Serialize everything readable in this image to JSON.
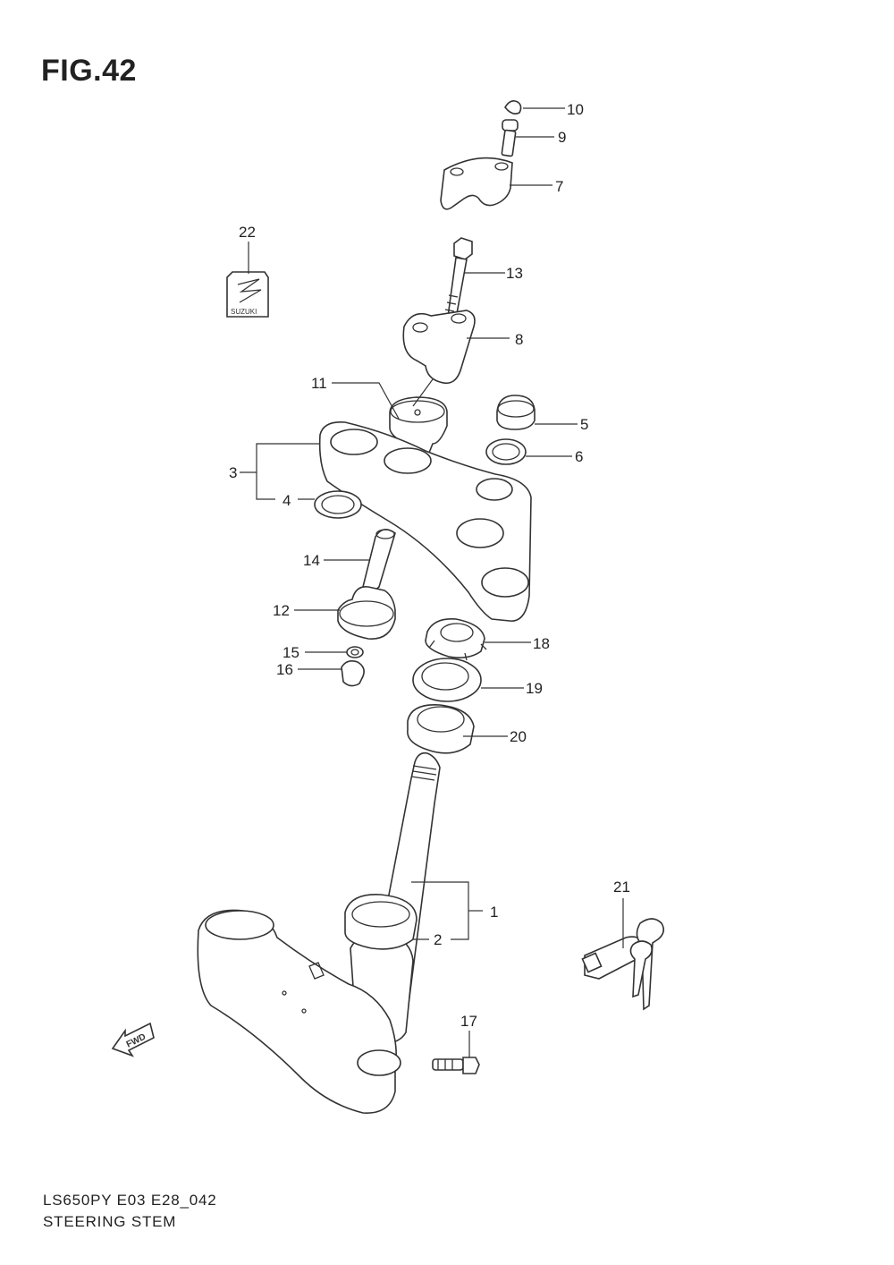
{
  "figure": {
    "title": "FIG.42",
    "model_code": "LS650PY E03 E28_042",
    "section_name": "STEERING STEM"
  },
  "callouts": [
    {
      "id": "1",
      "label": "1"
    },
    {
      "id": "2",
      "label": "2"
    },
    {
      "id": "3",
      "label": "3"
    },
    {
      "id": "4",
      "label": "4"
    },
    {
      "id": "5",
      "label": "5"
    },
    {
      "id": "6",
      "label": "6"
    },
    {
      "id": "7",
      "label": "7"
    },
    {
      "id": "8",
      "label": "8"
    },
    {
      "id": "9",
      "label": "9"
    },
    {
      "id": "10",
      "label": "10"
    },
    {
      "id": "11",
      "label": "11"
    },
    {
      "id": "12",
      "label": "12"
    },
    {
      "id": "13",
      "label": "13"
    },
    {
      "id": "14",
      "label": "14"
    },
    {
      "id": "15",
      "label": "15"
    },
    {
      "id": "16",
      "label": "16"
    },
    {
      "id": "17",
      "label": "17"
    },
    {
      "id": "18",
      "label": "18"
    },
    {
      "id": "19",
      "label": "19"
    },
    {
      "id": "20",
      "label": "20"
    },
    {
      "id": "21",
      "label": "21"
    },
    {
      "id": "22",
      "label": "22"
    }
  ],
  "emblem": {
    "text": "SUZUKI"
  },
  "direction_arrow": {
    "text": "FWD"
  }
}
